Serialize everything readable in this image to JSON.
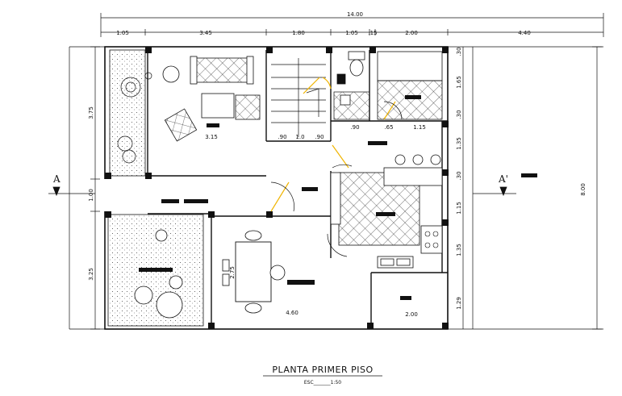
{
  "title": "PLANTA PRIMER PISO",
  "scale": "ESC_______1:50",
  "section_marks": {
    "left": "A",
    "right": "A'"
  },
  "dims": {
    "overall_width": "14.00",
    "top": [
      "1.05",
      "3.45",
      "1.80",
      "1.05",
      ".15",
      "2.00",
      "4.40"
    ],
    "left": [
      "3.75",
      "1.00",
      "3.25"
    ],
    "right_overall": "8.00",
    "right_chain": [
      ".30",
      "1.65",
      ".30",
      "1.35",
      ".30",
      "1.15",
      "1.35",
      "1.29"
    ],
    "inner_living": "3.15",
    "inner_stair": [
      ".90",
      "1.0",
      ".90"
    ],
    "inner_kitchen": [
      ".90",
      ".65",
      "1.15"
    ],
    "dining": "2.75",
    "bottom": [
      "4.60",
      "2.00"
    ]
  },
  "colors": {
    "line": "#111111",
    "door_swing": "#f0b400",
    "accent": "#1a1a1a"
  }
}
